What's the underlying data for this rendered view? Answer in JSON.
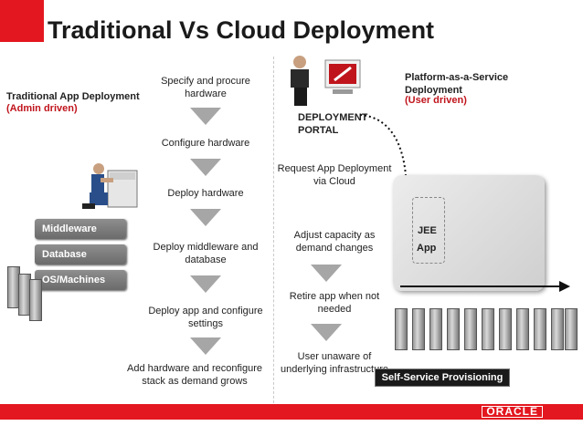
{
  "title": "Traditional Vs Cloud Deployment",
  "left": {
    "heading": "Traditional App Deployment",
    "subheading": "(Admin driven)",
    "layers": [
      "Middleware",
      "Database",
      "OS/Machines"
    ],
    "steps": [
      "Specify and procure hardware",
      "Configure hardware",
      "Deploy hardware",
      "Deploy middleware and database",
      "Deploy app and configure settings",
      "Add hardware and reconfigure stack as demand grows"
    ]
  },
  "right": {
    "heading": "Platform-as-a-Service Deployment",
    "subheading": "(User driven)",
    "portal_label": "DEPLOYMENT PORTAL",
    "steps": [
      "Request App Deployment via Cloud",
      "Adjust capacity as demand changes",
      "Retire app when not needed",
      "User unaware of underlying infrastructure"
    ],
    "app_label_1": "JEE",
    "app_label_2": "App",
    "self_service": "Self-Service Provisioning"
  },
  "footer": {
    "brand": "ORACLE"
  },
  "colors": {
    "accent": "#e3171f",
    "subheading": "#c0141c"
  }
}
